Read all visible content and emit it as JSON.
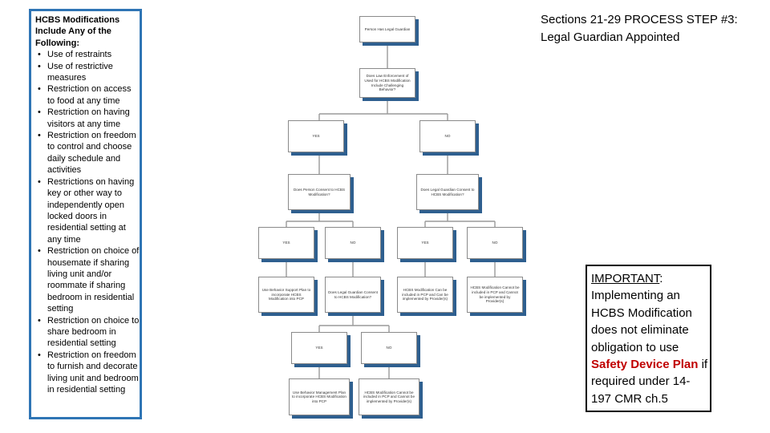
{
  "left_panel": {
    "title": "HCBS Modifications Include Any of the Following:",
    "items": [
      "Use of restraints",
      "Use of restrictive measures",
      "Restriction on access to food at any time",
      "Restriction on having visitors at any time",
      "Restriction on freedom to control and choose daily schedule and activities",
      "Restrictions on having key or other way to independently open locked doors in residential setting at any time",
      "Restriction on choice of housemate if sharing living unit and/or roommate if sharing bedroom in residential setting",
      "Restriction on choice to share bedroom in residential setting",
      "Restriction on freedom to furnish and decorate living unit and bedroom in residential setting"
    ]
  },
  "heading": {
    "line1": "Sections 21-29  PROCESS STEP #3:",
    "line2": "Legal Guardian Appointed"
  },
  "important": {
    "head": "IMPORTANT",
    "text1": ": Implementing an HCBS Modification does not eliminate obligation to use ",
    "highlight": "Safety Device Plan",
    "text2": " if required under 14-197 CMR ch.5",
    "highlight_color": "#c00000"
  },
  "flowchart": {
    "root": "Person Has Legal Guardian",
    "q1": "Does Law Enforcement of Used for HCBS Modification Include Challenging Behavior?",
    "yes1": "YES",
    "no1": "NO",
    "q2_left": "Does Person Consent to HCBS Modification?",
    "q2_right": "Does Legal Guardian Consent to HCBS Modification?",
    "yes2a": "YES",
    "no2a": "NO",
    "yes2b": "YES",
    "no2b": "NO",
    "r_left": "Use Behavior Support Plan to incorporate HCBS Modification into PCP",
    "q3": "Does Legal Guardian Consent to HCBS Modification?",
    "r_mid": "HCBS Modification Can be included in PCP and Can be implemented by Provider(s)",
    "r_right": "HCBS Modification Cannot be included in PCP and Cannot be implemented by Provider(s)",
    "yes3": "YES",
    "no3": "NO",
    "r_bottom_left": "Use Behavior Management Plan to incorporate HCBS Modification into PCP",
    "r_bottom_right": "HCBS Modification Cannot be included in PCP and Cannot be implemented by Provider(s)"
  },
  "colors": {
    "panel_border": "#2f75b5",
    "box_shadow": "#2e5f8f",
    "warning": "#c00000"
  }
}
